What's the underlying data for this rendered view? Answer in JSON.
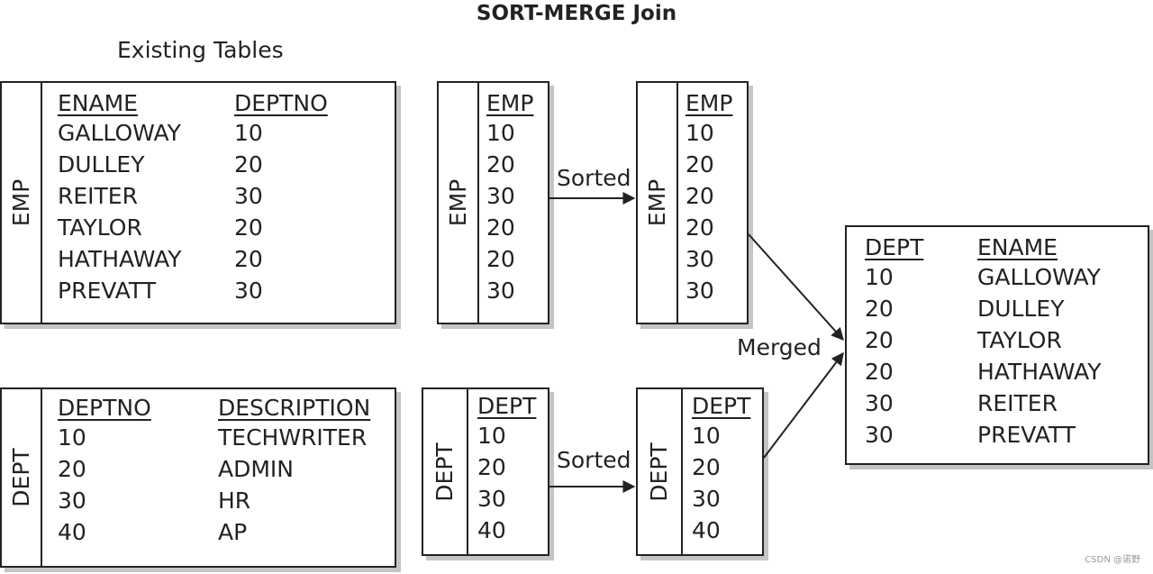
{
  "title": "SORT-MERGE Join",
  "subtitle": "Existing Tables",
  "tables": {
    "emp_existing": {
      "side": "EMP",
      "columns": [
        {
          "header": "ENAME",
          "rows": [
            "GALLOWAY",
            "DULLEY",
            "REITER",
            "TAYLOR",
            "HATHAWAY",
            "PREVATT"
          ]
        },
        {
          "header": "DEPTNO",
          "rows": [
            "10",
            "20",
            "30",
            "20",
            "20",
            "30"
          ]
        }
      ]
    },
    "dept_existing": {
      "side": "DEPT",
      "columns": [
        {
          "header": "DEPTNO",
          "rows": [
            "10",
            "20",
            "30",
            "40"
          ]
        },
        {
          "header": "DESCRIPTION",
          "rows": [
            "TECHWRITER",
            "ADMIN",
            "HR",
            "AP"
          ]
        }
      ]
    },
    "emp_unsorted": {
      "side": "EMP",
      "columns": [
        {
          "header": "EMP",
          "rows": [
            "10",
            "20",
            "30",
            "20",
            "20",
            "30"
          ]
        }
      ]
    },
    "emp_sorted": {
      "side": "EMP",
      "columns": [
        {
          "header": "EMP",
          "rows": [
            "10",
            "20",
            "20",
            "20",
            "30",
            "30"
          ]
        }
      ]
    },
    "dept_unsorted": {
      "side": "DEPT",
      "columns": [
        {
          "header": "DEPT",
          "rows": [
            "10",
            "20",
            "30",
            "40"
          ]
        }
      ]
    },
    "dept_sorted": {
      "side": "DEPT",
      "columns": [
        {
          "header": "DEPT",
          "rows": [
            "10",
            "20",
            "30",
            "40"
          ]
        }
      ]
    },
    "result": {
      "columns": [
        {
          "header": "DEPT",
          "rows": [
            "10",
            "20",
            "20",
            "20",
            "30",
            "30"
          ]
        },
        {
          "header": "ENAME",
          "rows": [
            "GALLOWAY",
            "DULLEY",
            "TAYLOR",
            "HATHAWAY",
            "REITER",
            "PREVATT"
          ]
        }
      ]
    }
  },
  "labels": {
    "sorted_emp": "Sorted",
    "sorted_dept": "Sorted",
    "merged": "Merged"
  },
  "watermark": "CSDN @诺野"
}
